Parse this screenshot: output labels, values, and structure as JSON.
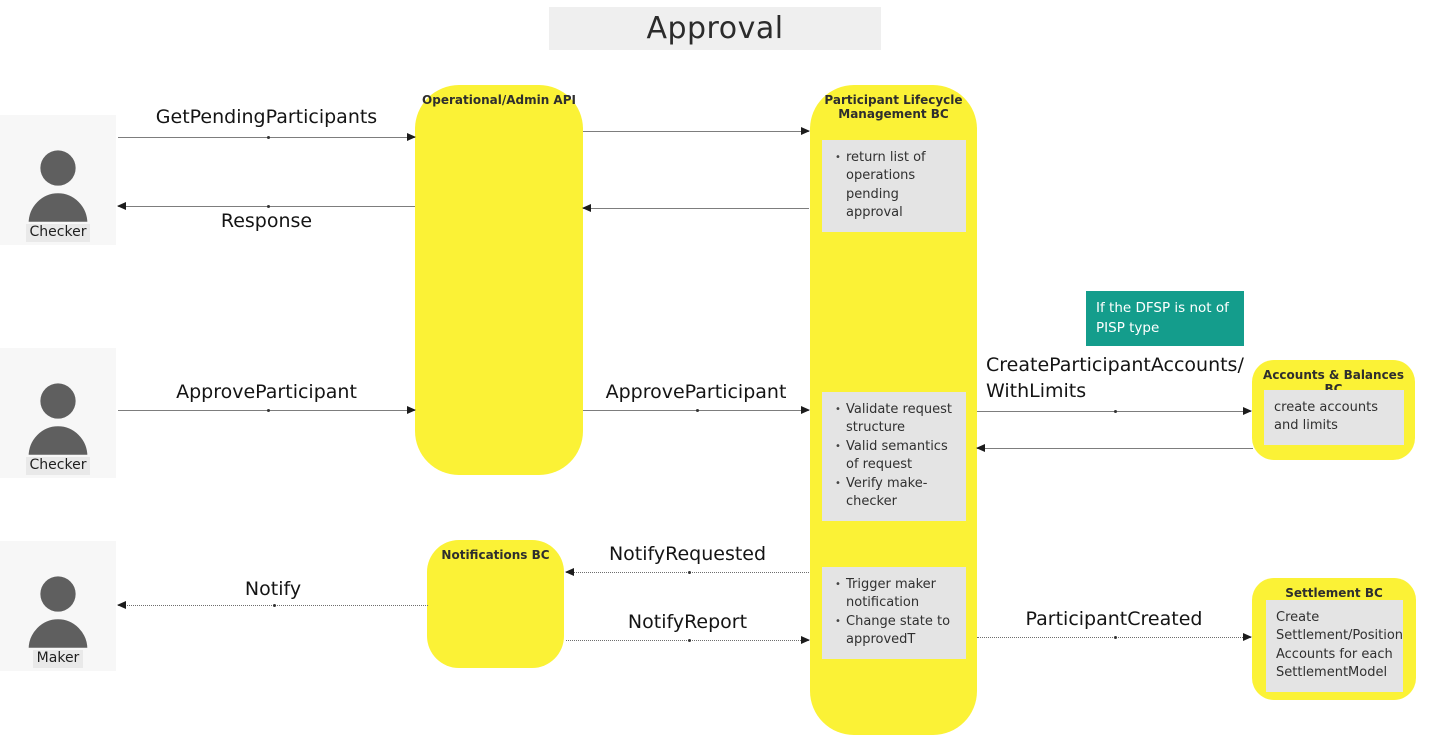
{
  "title": "Approval",
  "actors": [
    {
      "label": "Checker"
    },
    {
      "label": "Checker"
    },
    {
      "label": "Maker"
    }
  ],
  "components": {
    "op_api": {
      "title": "Operational/Admin API"
    },
    "plm": {
      "title": "Participant Lifecycle Management BC",
      "notes": [
        {
          "bullets": [
            "return list of operations pending approval"
          ]
        },
        {
          "bullets": [
            "Validate request structure",
            "Valid semantics of request",
            "Verify make-checker"
          ]
        },
        {
          "bullets": [
            "Trigger maker notification",
            "Change state to approvedT"
          ]
        }
      ]
    },
    "accounts_balances": {
      "title": "Accounts & Balances BC",
      "note": "create accounts and limits"
    },
    "notifications": {
      "title": "Notifications BC"
    },
    "settlement": {
      "title": "Settlement BC",
      "note": "Create Settlement/Position Accounts for each SettlementModel"
    }
  },
  "condition_note": {
    "text": "If the DFSP is not of PISP type"
  },
  "messages": {
    "get_pending_participants": "GetPendingParticipants",
    "response": "Response",
    "approve_participant_1": "ApproveParticipant",
    "approve_participant_2": "ApproveParticipant",
    "create_participant_accounts_line1": "CreateParticipantAccounts/",
    "create_participant_accounts_line2": "WithLimits",
    "notify_requested": "NotifyRequested",
    "notify": "Notify",
    "notify_report": "NotifyReport",
    "participant_created": "ParticipantCreated"
  },
  "colors": {
    "component_yellow": "#FBF236",
    "condition_teal": "#149D8C",
    "note_gray": "#E4E4E4",
    "title_bg": "#EFEFEF",
    "actor_bg": "#F7F7F7",
    "actor_icon": "#5F5F5F",
    "arrow_line": "#7D7D7D",
    "arrow_head": "#1C1C1C"
  }
}
